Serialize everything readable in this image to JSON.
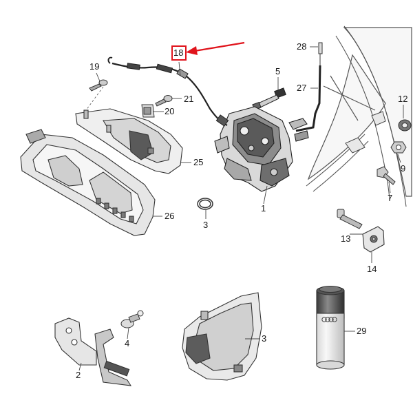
{
  "callouts": {
    "c1": "1",
    "c2": "2",
    "c3a": "3",
    "c3b": "3",
    "c4": "4",
    "c5": "5",
    "c7": "7",
    "c9": "9",
    "c12": "12",
    "c13": "13",
    "c14": "14",
    "c18": "18",
    "c19": "19",
    "c20": "20",
    "c21": "21",
    "c25": "25",
    "c26": "26",
    "c27": "27",
    "c28": "28",
    "c29": "29"
  },
  "colors": {
    "highlight": "#e0141c",
    "line": "#333333",
    "part_fill": "#f2f2f2",
    "dark_part": "#4a4a4a"
  }
}
